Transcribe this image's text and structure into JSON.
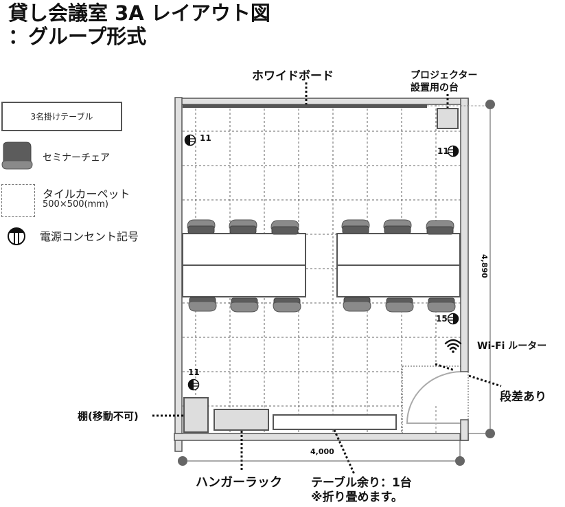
{
  "title": {
    "line1": "貸し会議室 3A レイアウト図",
    "line2": "：グループ形式"
  },
  "legend": {
    "items": [
      {
        "icon": "table-rect",
        "label": "3名掛けテーブル"
      },
      {
        "icon": "seminar-chair-icon",
        "label": "セミナーチェア"
      },
      {
        "icon": "tile-carpet-icon",
        "label": "タイルカーペット",
        "sublabel": "500×500(mm)"
      },
      {
        "icon": "power-outlet-icon",
        "label": "電源コンセント記号"
      }
    ]
  },
  "annotations": {
    "whiteboard": "ホワイドボード",
    "projector_stand_line1": "プロジェクター",
    "projector_stand_line2": "設置用の台",
    "wifi_router": "Wi-Fi ルーター",
    "step": "段差あり",
    "shelf": "棚(移動不可)",
    "hanger_rack": "ハンガーラック",
    "spare_table_line1": "テーブル余り：1台",
    "spare_table_line2": "※折り畳めます。"
  },
  "dimensions": {
    "width": "4,000",
    "depth": "4,890"
  },
  "outlets": [
    {
      "id": "outlet-top-left",
      "count": "11"
    },
    {
      "id": "outlet-top-right",
      "count": "11"
    },
    {
      "id": "outlet-mid-right",
      "count": "15"
    },
    {
      "id": "outlet-bottom-left",
      "count": "11"
    }
  ],
  "colors": {
    "wall_fill": "#e0e0e0",
    "wall_stroke": "#555555",
    "chair_back": "#8a8a8a",
    "chair_seat": "#5c5c5c",
    "whiteboard": "#555555",
    "fixture_fill": "#dddddd",
    "dim_dot": "#666666"
  }
}
